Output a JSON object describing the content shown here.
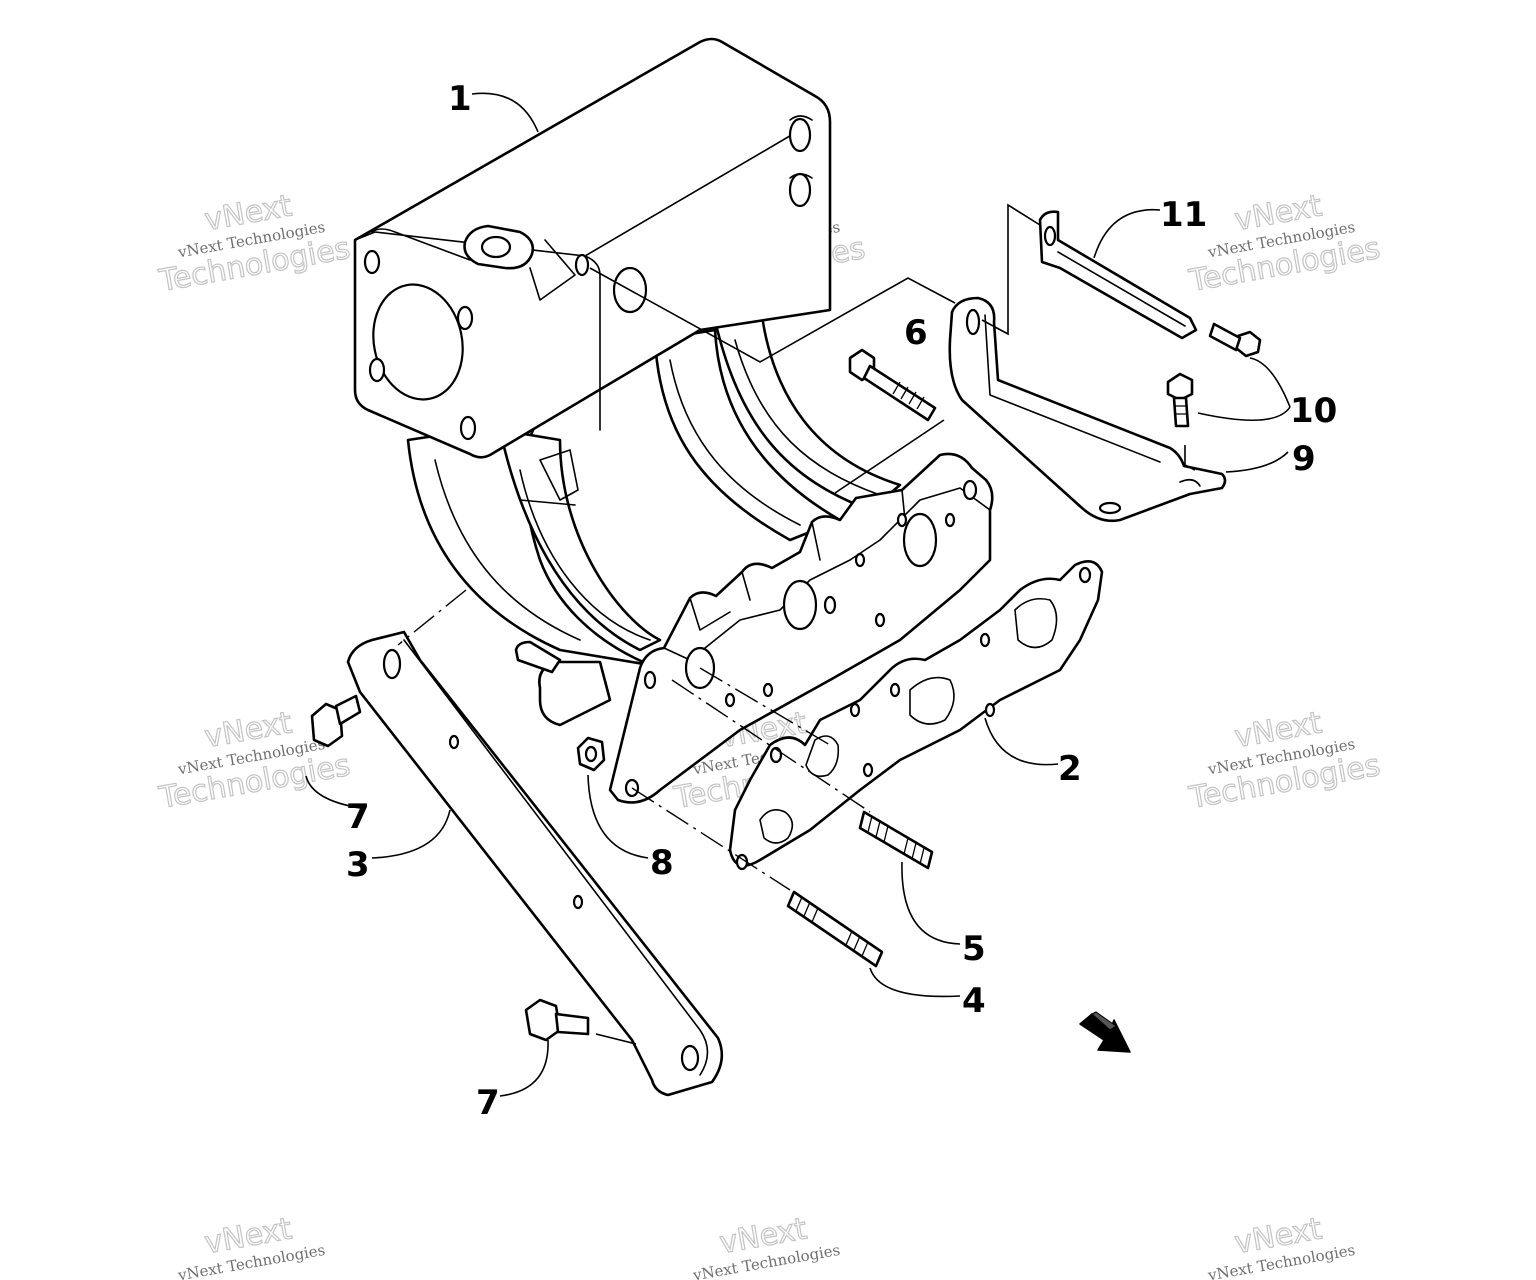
{
  "callouts": [
    {
      "id": "1",
      "label": "1"
    },
    {
      "id": "2",
      "label": "2"
    },
    {
      "id": "3",
      "label": "3"
    },
    {
      "id": "4",
      "label": "4"
    },
    {
      "id": "5",
      "label": "5"
    },
    {
      "id": "6",
      "label": "6"
    },
    {
      "id": "7a",
      "label": "7"
    },
    {
      "id": "7b",
      "label": "7"
    },
    {
      "id": "8",
      "label": "8"
    },
    {
      "id": "9",
      "label": "9"
    },
    {
      "id": "10",
      "label": "10"
    },
    {
      "id": "11",
      "label": "11"
    }
  ],
  "watermark": {
    "brand": "vNext",
    "company": "vNext Technologies",
    "word": "Technologies"
  },
  "colors": {
    "line": "#000000",
    "background": "#ffffff",
    "watermark": "#c4c4c4"
  },
  "icons": {
    "direction": "front-direction-arrow-icon"
  }
}
